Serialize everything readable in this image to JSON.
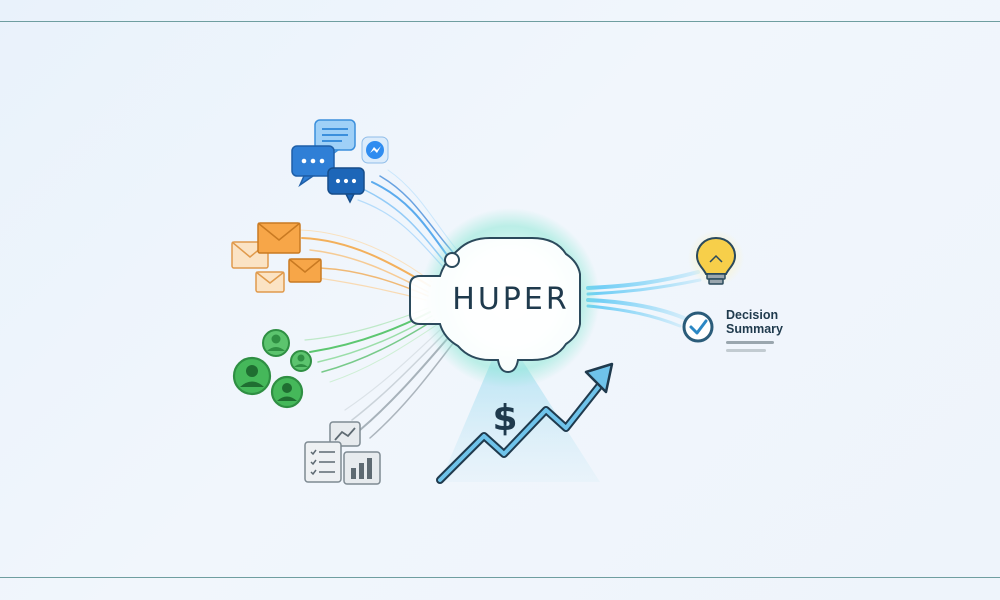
{
  "brand": {
    "name": "HUPER"
  },
  "output": {
    "line1": "Decision",
    "line2": "Summary"
  },
  "sources": [
    "chat-messages",
    "email",
    "people",
    "reports"
  ],
  "colors": {
    "chat": "#2f7fd6",
    "email": "#f0a03c",
    "people": "#45b85a",
    "reports": "#8e9aa3",
    "hub_glow": "#6fe0c8",
    "trend": "#2b87c4",
    "bulb": "#f4c542",
    "check": "#2b5c7a"
  },
  "icons": [
    "chat-bubble-icon",
    "messenger-icon",
    "envelope-icon",
    "person-icon",
    "checklist-icon",
    "bar-chart-icon",
    "line-chart-icon",
    "dollar-icon",
    "trend-arrow-icon",
    "lightbulb-icon",
    "checkmark-circle-icon"
  ]
}
